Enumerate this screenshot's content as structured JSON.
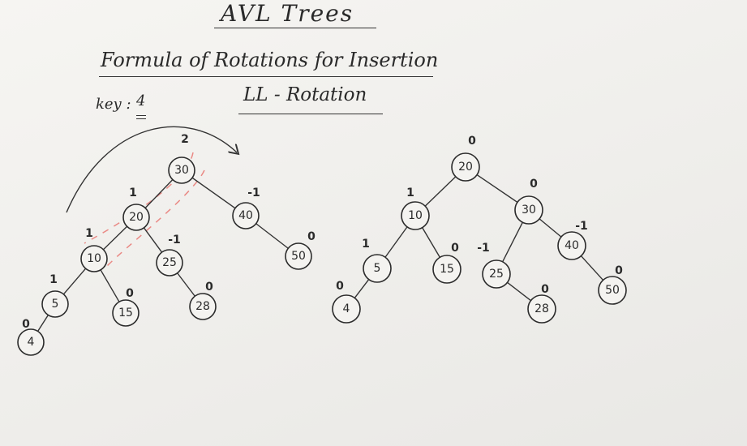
{
  "title": "AVL Trees",
  "subtitle": "Formula of Rotations for Insertion",
  "key": {
    "label": "key :",
    "value": "4"
  },
  "rotation_label": "LL - Rotation",
  "colors": {
    "balance_factor": "#e3342f",
    "ink": "#2b2b2b",
    "board": "#f1f0ed"
  },
  "before_tree": {
    "nodes": [
      {
        "id": "30",
        "label": "30",
        "bf": "2"
      },
      {
        "id": "20",
        "label": "20",
        "bf": "1"
      },
      {
        "id": "40",
        "label": "40",
        "bf": "-1"
      },
      {
        "id": "10",
        "label": "10",
        "bf": "1"
      },
      {
        "id": "25",
        "label": "25",
        "bf": "-1"
      },
      {
        "id": "50",
        "label": "50",
        "bf": "0"
      },
      {
        "id": "5",
        "label": "5",
        "bf": "1"
      },
      {
        "id": "15",
        "label": "15",
        "bf": "0"
      },
      {
        "id": "28",
        "label": "28",
        "bf": "0"
      },
      {
        "id": "4",
        "label": "4",
        "bf": "0"
      }
    ],
    "edges": [
      [
        "30",
        "20"
      ],
      [
        "30",
        "40"
      ],
      [
        "20",
        "10"
      ],
      [
        "20",
        "25"
      ],
      [
        "40",
        "50"
      ],
      [
        "10",
        "5"
      ],
      [
        "10",
        "15"
      ],
      [
        "25",
        "28"
      ],
      [
        "5",
        "4"
      ]
    ]
  },
  "after_tree": {
    "nodes": [
      {
        "id": "20",
        "label": "20",
        "bf": "0"
      },
      {
        "id": "10",
        "label": "10",
        "bf": "1"
      },
      {
        "id": "30",
        "label": "30",
        "bf": "0"
      },
      {
        "id": "5",
        "label": "5",
        "bf": "1"
      },
      {
        "id": "15",
        "label": "15",
        "bf": "0"
      },
      {
        "id": "25",
        "label": "25",
        "bf": "-1"
      },
      {
        "id": "40",
        "label": "40",
        "bf": "-1"
      },
      {
        "id": "4",
        "label": "4",
        "bf": "0"
      },
      {
        "id": "28",
        "label": "28",
        "bf": "0"
      },
      {
        "id": "50",
        "label": "50",
        "bf": "0"
      }
    ],
    "edges": [
      [
        "20",
        "10"
      ],
      [
        "20",
        "30"
      ],
      [
        "10",
        "5"
      ],
      [
        "10",
        "15"
      ],
      [
        "30",
        "25"
      ],
      [
        "30",
        "40"
      ],
      [
        "5",
        "4"
      ],
      [
        "25",
        "28"
      ],
      [
        "40",
        "50"
      ]
    ]
  }
}
